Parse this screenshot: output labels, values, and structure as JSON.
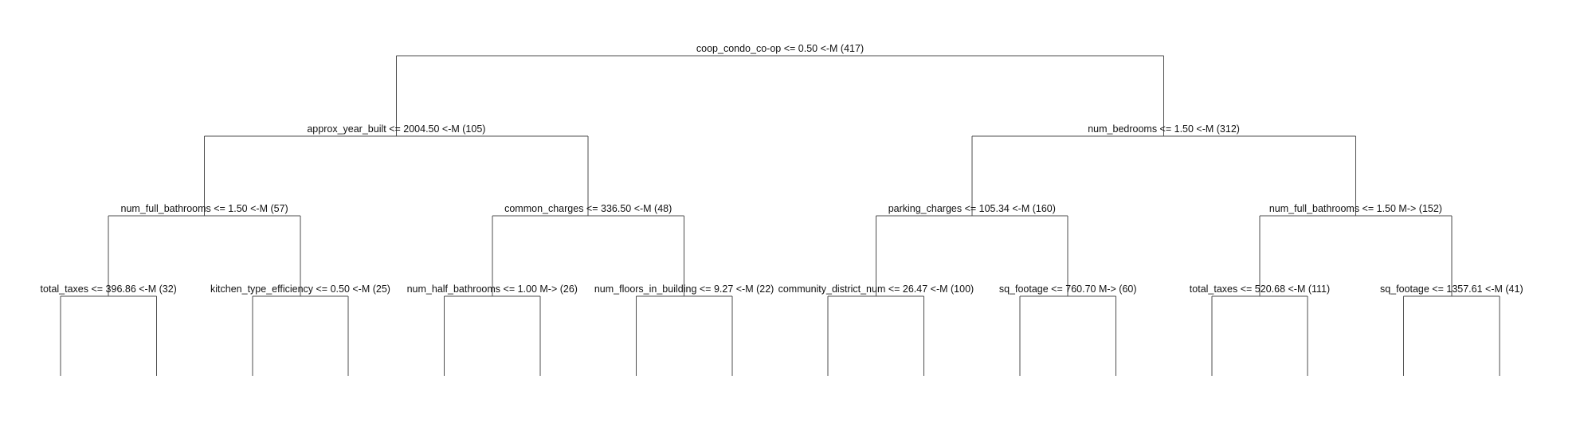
{
  "tree": {
    "id": "root",
    "label": "coop_condo_co-op <= 0.50 <-M (417)",
    "children": [
      {
        "id": "n1",
        "label": "approx_year_built <= 2004.50 <-M (105)",
        "children": [
          {
            "id": "n11",
            "label": "num_full_bathrooms <= 1.50 <-M (57)",
            "children": [
              {
                "id": "n111",
                "label": "total_taxes <= 396.86 <-M (32)"
              },
              {
                "id": "n112",
                "label": "kitchen_type_efficiency <= 0.50 <-M (25)"
              }
            ]
          },
          {
            "id": "n12",
            "label": "common_charges <= 336.50 <-M (48)",
            "children": [
              {
                "id": "n121",
                "label": "num_half_bathrooms <= 1.00 M-> (26)"
              },
              {
                "id": "n122",
                "label": "num_floors_in_building <= 9.27 <-M (22)"
              }
            ]
          }
        ]
      },
      {
        "id": "n2",
        "label": "num_bedrooms <= 1.50 <-M (312)",
        "children": [
          {
            "id": "n21",
            "label": "parking_charges <= 105.34 <-M (160)",
            "children": [
              {
                "id": "n211",
                "label": "community_district_num <= 26.47 <-M (100)"
              },
              {
                "id": "n212",
                "label": "sq_footage <= 760.70 M-> (60)"
              }
            ]
          },
          {
            "id": "n22",
            "label": "num_full_bathrooms <= 1.50 M-> (152)",
            "children": [
              {
                "id": "n221",
                "label": "total_taxes <= 520.68 <-M (111)"
              },
              {
                "id": "n222",
                "label": "sq_footage <= 1357.61 <-M (41)"
              }
            ]
          }
        ]
      }
    ]
  }
}
